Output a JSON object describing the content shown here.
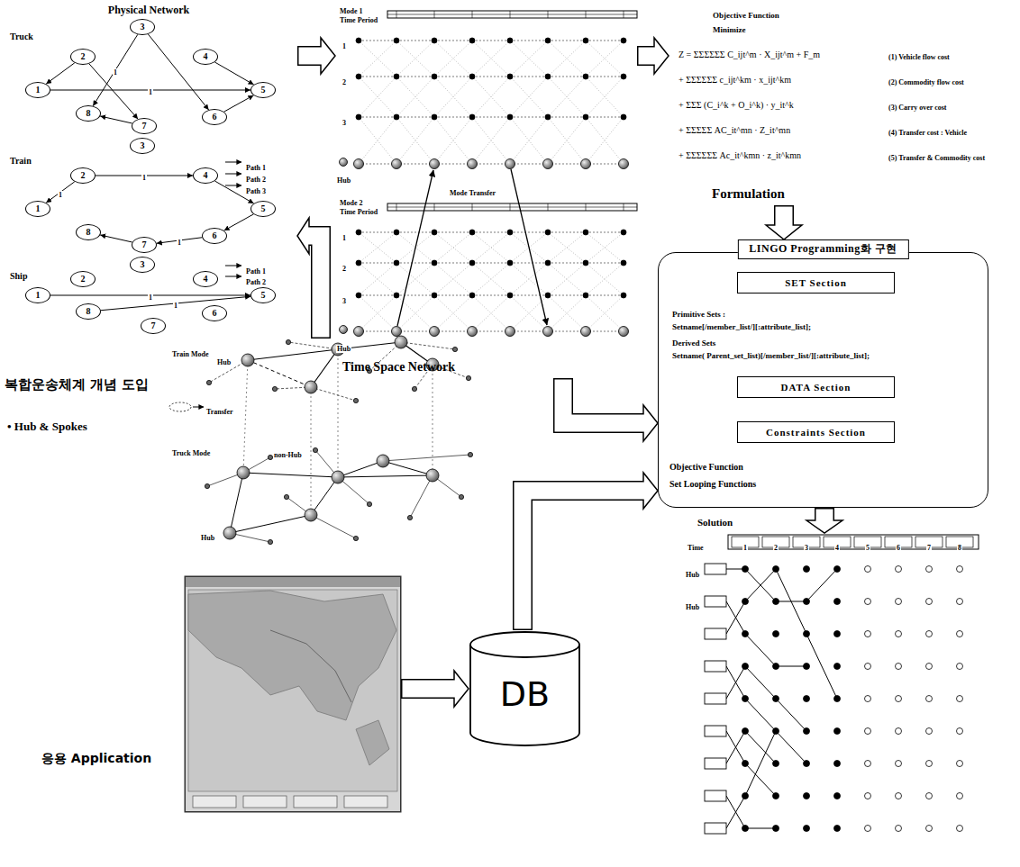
{
  "diagram": {
    "nodes": [
      {
        "text": [
          "Physical Network"
        ]
      },
      {
        "text": [
          "1"
        ],
        "in": 0
      },
      {
        "text": [
          "2"
        ],
        "in": 0
      },
      {
        "text": [
          "3"
        ],
        "in": 0
      },
      {
        "text": [
          "4"
        ],
        "in": 0
      },
      {
        "text": [
          "5"
        ],
        "in": 0
      },
      {
        "text": [
          "6"
        ],
        "in": 0
      },
      {
        "text": [
          "7"
        ],
        "in": 0
      },
      {
        "text": [
          "8"
        ],
        "in": 0
      },
      {
        "text": [
          "1"
        ],
        "in": 0
      },
      {
        "text": [
          "2"
        ],
        "in": 0
      },
      {
        "text": [
          "3"
        ],
        "in": 0
      },
      {
        "text": [
          "4"
        ],
        "in": 0
      },
      {
        "text": [
          "5"
        ],
        "in": 0
      },
      {
        "text": [
          "6"
        ],
        "in": 0
      },
      {
        "text": [
          "7"
        ],
        "in": 0
      },
      {
        "text": [
          "8"
        ],
        "in": 0
      },
      {
        "text": [
          "1"
        ],
        "in": 0
      },
      {
        "text": [
          "2"
        ],
        "in": 0
      },
      {
        "text": [
          "3"
        ],
        "in": 0
      },
      {
        "text": [
          "4"
        ],
        "in": 0
      },
      {
        "text": [
          "5"
        ],
        "in": 0
      },
      {
        "text": [
          "6"
        ],
        "in": 0
      },
      {
        "text": [
          "7"
        ],
        "in": 0
      },
      {
        "text": [
          "8"
        ],
        "in": 0
      },
      {
        "text": [
          "Time Space Network"
        ]
      },
      {
        "text": [
          "Formulation"
        ]
      },
      {
        "text": [
          "복합운송체계 개념 도입",
          "• Hub & Spokes"
        ]
      },
      {
        "text": [
          "LINGO Programming화 구현"
        ]
      },
      {
        "text": [
          "SET Section"
        ],
        "in": 28
      },
      {
        "text": [
          "DATA Section"
        ],
        "in": 28
      },
      {
        "text": [
          "Constraints Section"
        ],
        "in": 28
      },
      {
        "text": [
          "응용 Application"
        ]
      },
      {
        "text": [
          "DB"
        ]
      },
      {
        "text": [
          "Solution"
        ]
      }
    ],
    "edges": [
      {
        "from": 2,
        "to": 1,
        "arrow": "to"
      },
      {
        "from": 1,
        "to": 5,
        "arrow": "to",
        "label": "1"
      },
      {
        "from": 3,
        "to": 8,
        "arrow": "to",
        "label": "1"
      },
      {
        "from": 3,
        "to": 6,
        "arrow": "to"
      },
      {
        "from": 2,
        "to": 7,
        "arrow": "to"
      },
      {
        "from": 4,
        "to": 5,
        "arrow": "to"
      },
      {
        "from": 6,
        "to": 5,
        "arrow": "to"
      },
      {
        "from": 7,
        "to": 8,
        "arrow": "to"
      },
      {
        "from": 10,
        "to": 9,
        "arrow": "to",
        "label": "1"
      },
      {
        "from": 10,
        "to": 12,
        "arrow": "to",
        "label": "1"
      },
      {
        "from": 12,
        "to": 13,
        "arrow": "to"
      },
      {
        "from": 13,
        "to": 14,
        "arrow": "to"
      },
      {
        "from": 14,
        "to": 15,
        "arrow": "to",
        "label": "1"
      },
      {
        "from": 15,
        "to": 16,
        "arrow": "to"
      },
      {
        "from": 17,
        "to": 21,
        "arrow": "to",
        "label": "1"
      },
      {
        "from": 24,
        "to": 21,
        "arrow": "to",
        "label": "1"
      },
      {
        "from": 27,
        "to": 0,
        "arrow": "to"
      },
      {
        "from": 0,
        "to": 25,
        "arrow": "to"
      },
      {
        "from": 25,
        "to": 26,
        "arrow": "to"
      },
      {
        "from": 26,
        "to": 28,
        "arrow": "to"
      },
      {
        "from": 25,
        "to": 28,
        "arrow": "to"
      },
      {
        "from": 33,
        "to": 28,
        "arrow": "to"
      },
      {
        "from": 32,
        "to": 33,
        "arrow": "to"
      },
      {
        "from": 28,
        "to": 34,
        "arrow": "to"
      }
    ],
    "labels": [
      "Truck",
      "Train",
      "Path 1",
      "Path 2",
      "Path 3",
      "Ship",
      "Path 1",
      "Path 2",
      "Mode 1",
      "Time Period",
      "1",
      "2",
      "3",
      "Hub",
      "Mode Transfer",
      "Mode 2",
      "Time Period",
      "1",
      "2",
      "3",
      "Hub",
      "Objective Function",
      "Minimize",
      "Z = ΣΣΣΣΣΣ C_ijt^m · X_ijt^m + F_m",
      "(1) Vehicle flow cost",
      "+ ΣΣΣΣΣΣ c_ijt^km · x_ijt^km",
      "(2) Commodity flow cost",
      "+ ΣΣΣ (C_i^k + O_i^k) · y_it^k",
      "(3) Carry over cost",
      "+ ΣΣΣΣΣ AC_it^mn · Z_it^mn",
      "(4) Transfer cost : Vehicle",
      "+ ΣΣΣΣΣΣ Ac_it^kmn · z_it^kmn",
      "(5) Transfer & Commodity cost",
      "Train Mode",
      "Hub",
      "Transfer",
      "Truck Mode",
      "non-Hub",
      "Hub",
      "Primitive Sets :",
      "Setname[/member_list/][:attribute_list];",
      "Derived Sets",
      "Setname( Parent_set_list)[/member_list/][:attribute_list];",
      "Objective Function",
      "Set Looping Functions",
      "Time",
      "1",
      "2",
      "3",
      "4",
      "5",
      "6",
      "7",
      "8",
      "Hub",
      "Hub"
    ]
  }
}
